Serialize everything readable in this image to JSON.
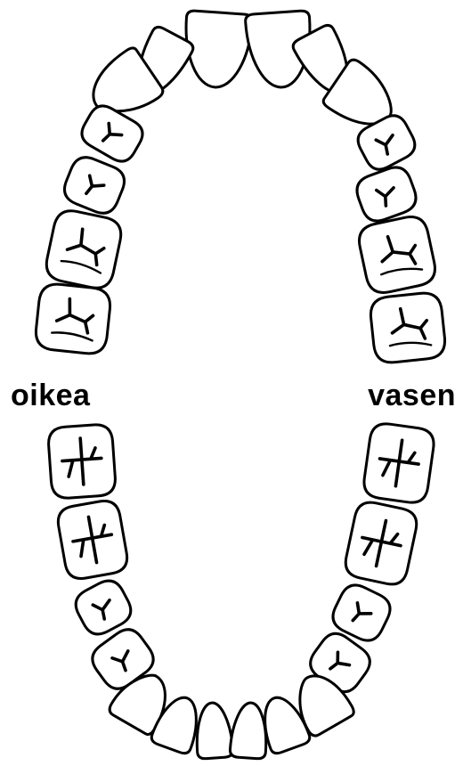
{
  "labels": {
    "right": "oikea",
    "left": "vasen"
  },
  "colors": {
    "outline": "#000000",
    "tooth_fill": "#ffffff",
    "background": "#ffffff"
  },
  "arches": {
    "upper": {
      "incisors": 4,
      "canines": 2,
      "premolars": 4,
      "molars": 4
    },
    "lower": {
      "incisors": 4,
      "canines": 2,
      "premolars": 4,
      "molars": 4
    }
  }
}
